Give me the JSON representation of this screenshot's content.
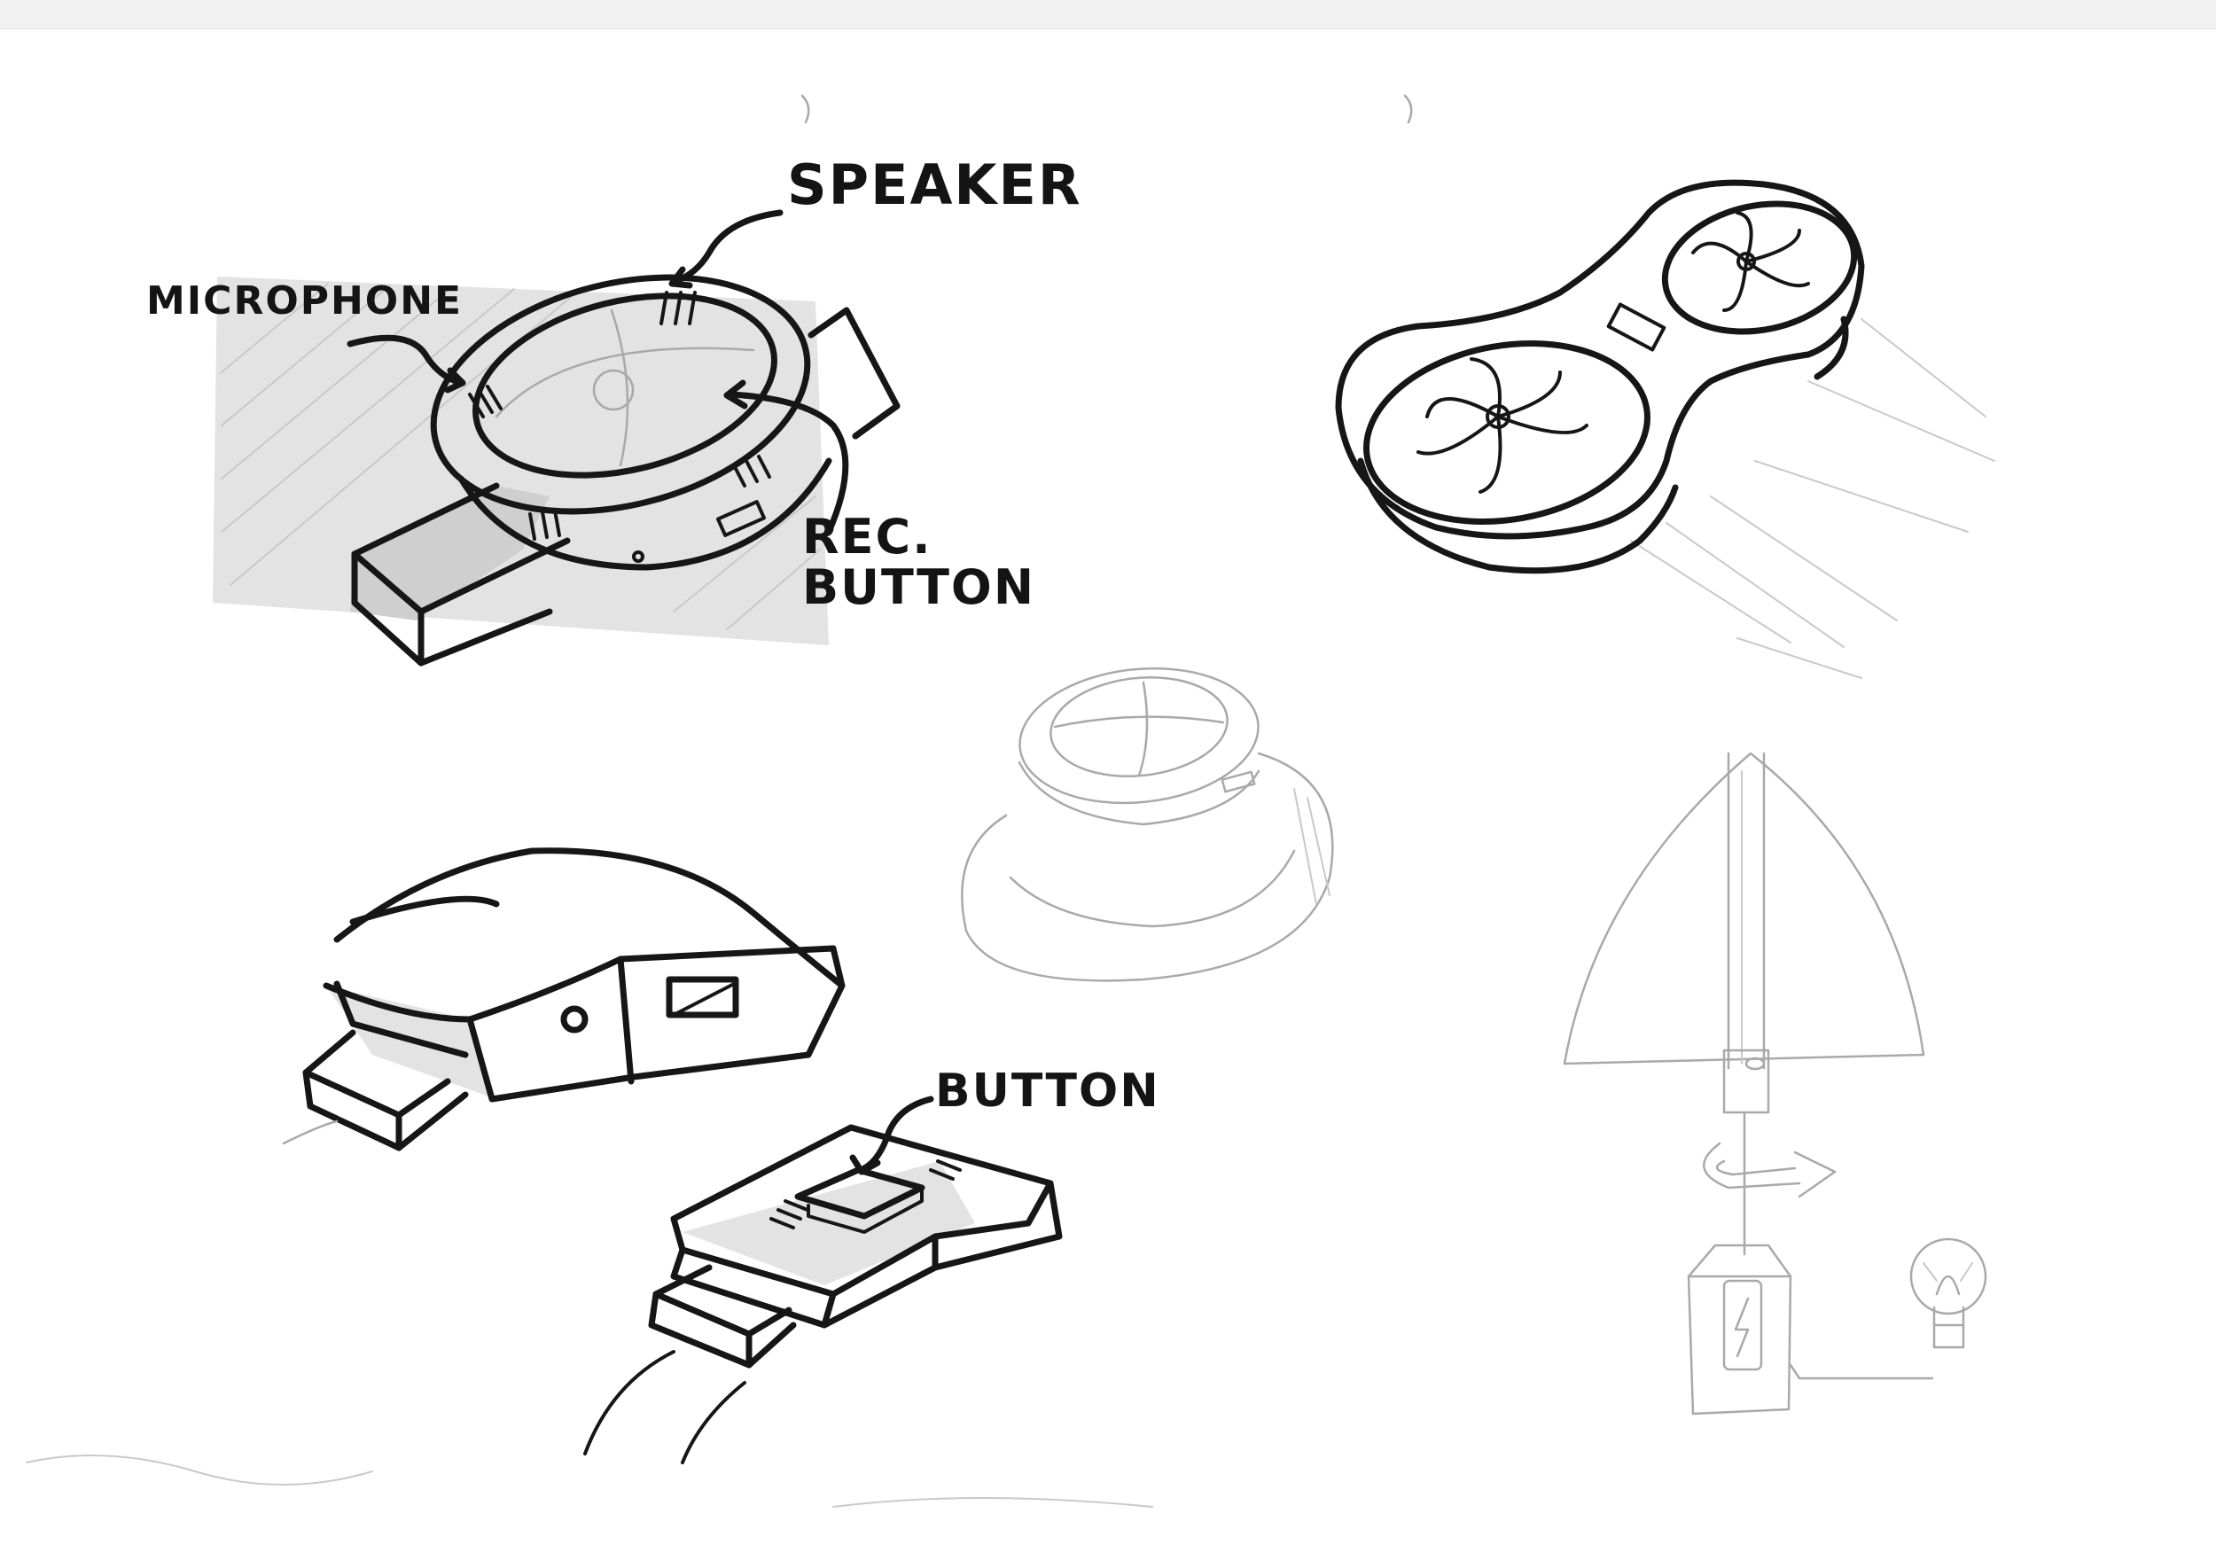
{
  "sketch": {
    "labels": {
      "speaker": "SPEAKER",
      "microphone": "MICROPHONE",
      "rec_button_line1": "REC.",
      "rec_button_line2": "BUTTON",
      "button": "BUTTON"
    }
  },
  "colors": {
    "paper": "#ffffff",
    "ink": "#161616",
    "pencil": "#a9a9a9",
    "shading": "#e3e3e3",
    "top_band": "#f1f1f1"
  },
  "icons": [
    "battery-bolt-icon",
    "lightbulb-icon",
    "rotate-arrow-icon",
    "fan-icon"
  ]
}
